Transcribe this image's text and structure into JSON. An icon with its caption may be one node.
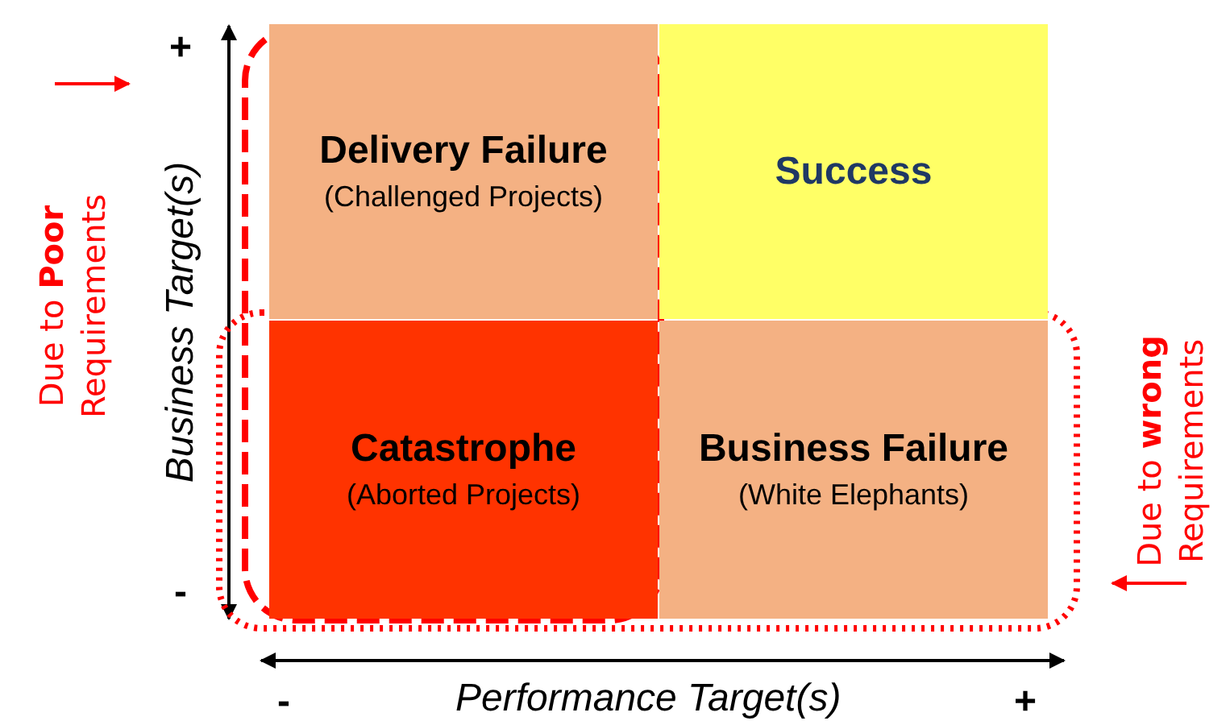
{
  "diagram": {
    "nodes": [
      {
        "text": [
          "Delivery Failure",
          "(Challenged Projects)"
        ]
      },
      {
        "text": [
          "Success"
        ]
      },
      {
        "text": [
          "Catastrophe",
          "(Aborted Projects)"
        ]
      },
      {
        "text": [
          "Business Failure",
          "(White Elephants)"
        ]
      }
    ],
    "labels": [
      "Due to **Poor** Requirements",
      "+",
      "Business Target(s)",
      "-",
      "Due to **wrong** Requirements",
      "-",
      "Performance Target(s)",
      "+"
    ]
  }
}
